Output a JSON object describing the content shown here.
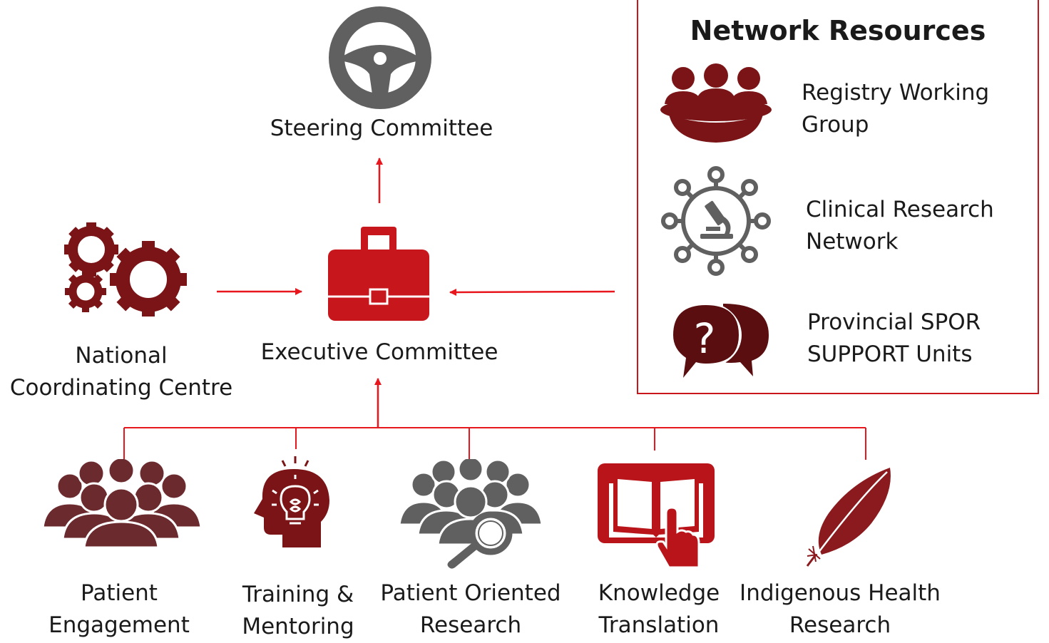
{
  "steering": {
    "label": "Steering Committee"
  },
  "executive": {
    "label": "Executive Committee"
  },
  "national": {
    "label_line1": "National",
    "label_line2": "Coordinating Centre"
  },
  "network_resources": {
    "title": "Network Resources",
    "items": [
      {
        "line1": "Registry Working",
        "line2": "Group",
        "icon": "meeting-table-icon"
      },
      {
        "line1": "Clinical Research",
        "line2": "Network",
        "icon": "microscope-network-icon"
      },
      {
        "line1": "Provincial SPOR",
        "line2": "SUPPORT Units",
        "icon": "question-bubbles-icon"
      }
    ]
  },
  "bottom_units": [
    {
      "line1": "Patient",
      "line2": "Engagement",
      "icon": "people-group-icon"
    },
    {
      "line1": "Training &",
      "line2": "Mentoring",
      "icon": "head-lightbulb-icon"
    },
    {
      "line1": "Patient Oriented",
      "line2": "Research",
      "icon": "people-magnifier-icon"
    },
    {
      "line1": "Knowledge",
      "line2": "Translation",
      "icon": "book-hand-icon"
    },
    {
      "line1": "Indigenous Health",
      "line2": "Research",
      "icon": "feather-icon"
    }
  ],
  "colors": {
    "red": "#c8161d",
    "dark_red": "#7a1416",
    "maroon": "#6b2a2e",
    "grey": "#606060"
  }
}
